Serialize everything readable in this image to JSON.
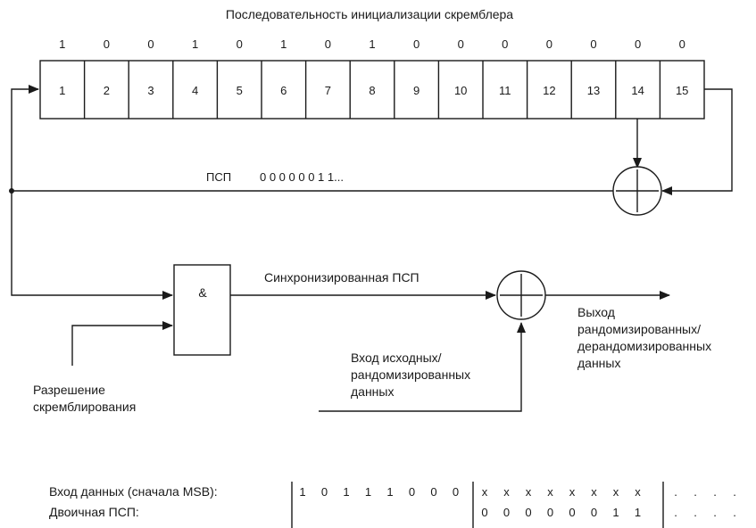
{
  "title": "Последовательность инициализации скремблера",
  "init_bits": [
    "1",
    "0",
    "0",
    "1",
    "0",
    "1",
    "0",
    "1",
    "0",
    "0",
    "0",
    "0",
    "0",
    "0",
    "0"
  ],
  "register_cells": [
    "1",
    "2",
    "3",
    "4",
    "5",
    "6",
    "7",
    "8",
    "9",
    "10",
    "11",
    "12",
    "13",
    "14",
    "15"
  ],
  "psp_label": "ПСП",
  "psp_value": "0 0 0 0 0 0 1 1...",
  "and_gate_symbol": "&",
  "sync_psp_label": "Синхронизированная ПСП",
  "output_label": [
    "Выход",
    "рандомизированных/",
    "дерандомизированных",
    "данных"
  ],
  "input_label": [
    "Вход исходных/",
    "рандомизированных",
    "данных"
  ],
  "enable_label": [
    "Разрешение",
    "скремблирования"
  ],
  "bottom_table": {
    "rows": [
      {
        "label": "Вход данных (сначала MSB):",
        "group1": [
          "1",
          "0",
          "1",
          "1",
          "1",
          "0",
          "0",
          "0"
        ],
        "group2": [
          "x",
          "x",
          "x",
          "x",
          "x",
          "x",
          "x",
          "x"
        ],
        "group3": [
          ".",
          ".",
          ".",
          "."
        ]
      },
      {
        "label": "Двоичная ПСП:",
        "group1": [],
        "group2": [
          "0",
          "0",
          "0",
          "0",
          "0",
          "0",
          "1",
          "1"
        ],
        "group3": [
          ".",
          ".",
          ".",
          "."
        ]
      }
    ]
  }
}
